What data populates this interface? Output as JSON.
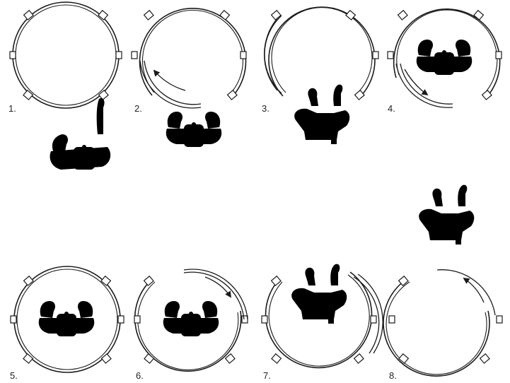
{
  "steps": [
    {
      "label": "1."
    },
    {
      "label": "2."
    },
    {
      "label": "3."
    },
    {
      "label": "4."
    },
    {
      "label": "5."
    },
    {
      "label": "6."
    },
    {
      "label": "7."
    },
    {
      "label": "8."
    }
  ]
}
